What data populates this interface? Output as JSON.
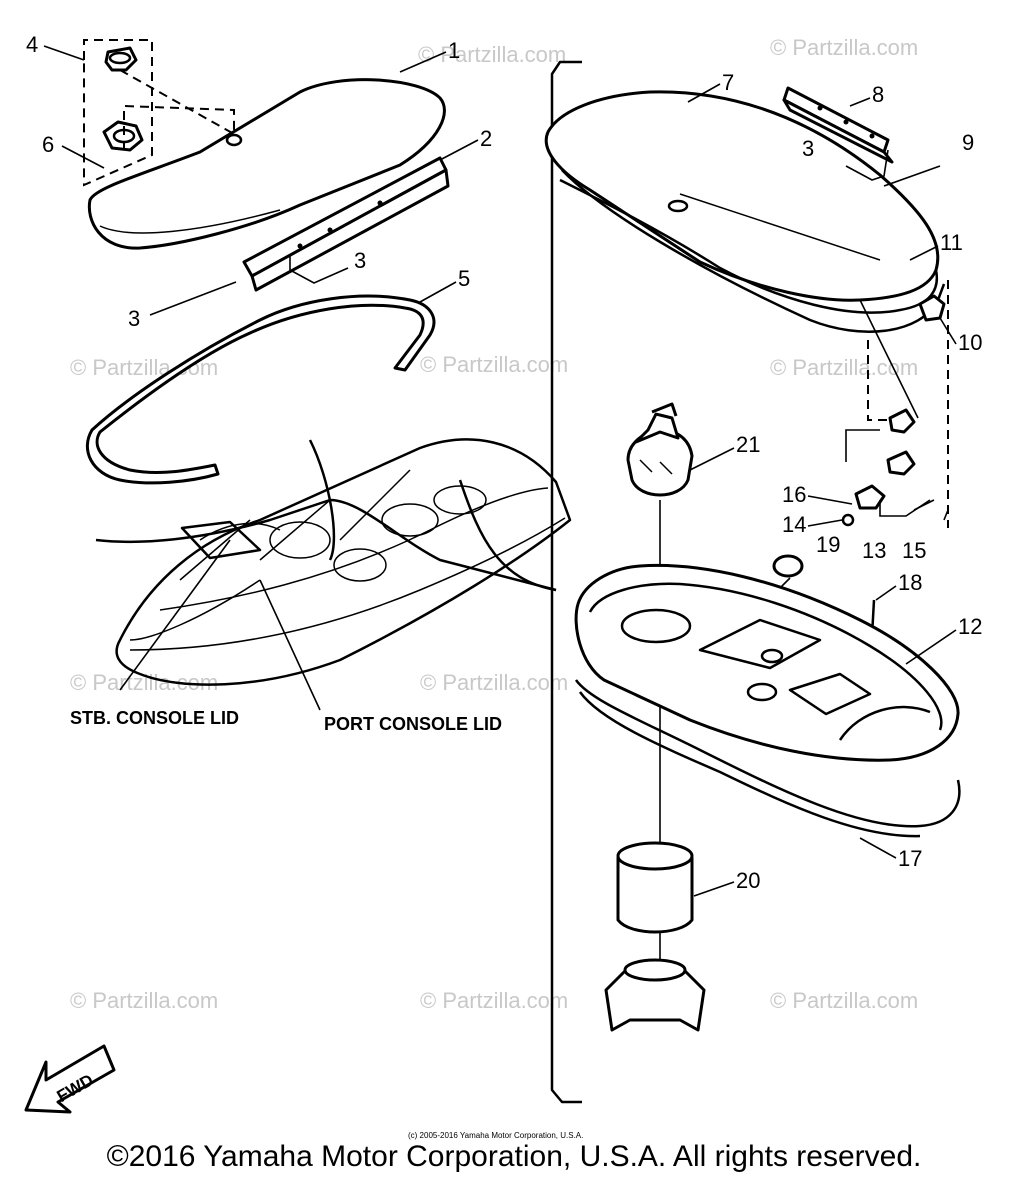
{
  "callouts": {
    "n1": "1",
    "n2": "2",
    "n3a": "3",
    "n3b": "3",
    "n3c": "3",
    "n4": "4",
    "n5": "5",
    "n6": "6",
    "n7": "7",
    "n8": "8",
    "n9": "9",
    "n10": "10",
    "n11": "11",
    "n12": "12",
    "n13": "13",
    "n14": "14",
    "n15": "15",
    "n16": "16",
    "n17": "17",
    "n18": "18",
    "n19": "19",
    "n20": "20",
    "n21": "21"
  },
  "captions": {
    "stb": "STB. CONSOLE LID",
    "port": "PORT CONSOLE LID"
  },
  "fwd_label": "FWD",
  "watermark": "© Partzilla.com",
  "small_copyright": "(c) 2005-2016 Yamaha Motor Corporation, U.S.A.",
  "footer": "©2016 Yamaha Motor Corporation, U.S.A. All rights reserved."
}
